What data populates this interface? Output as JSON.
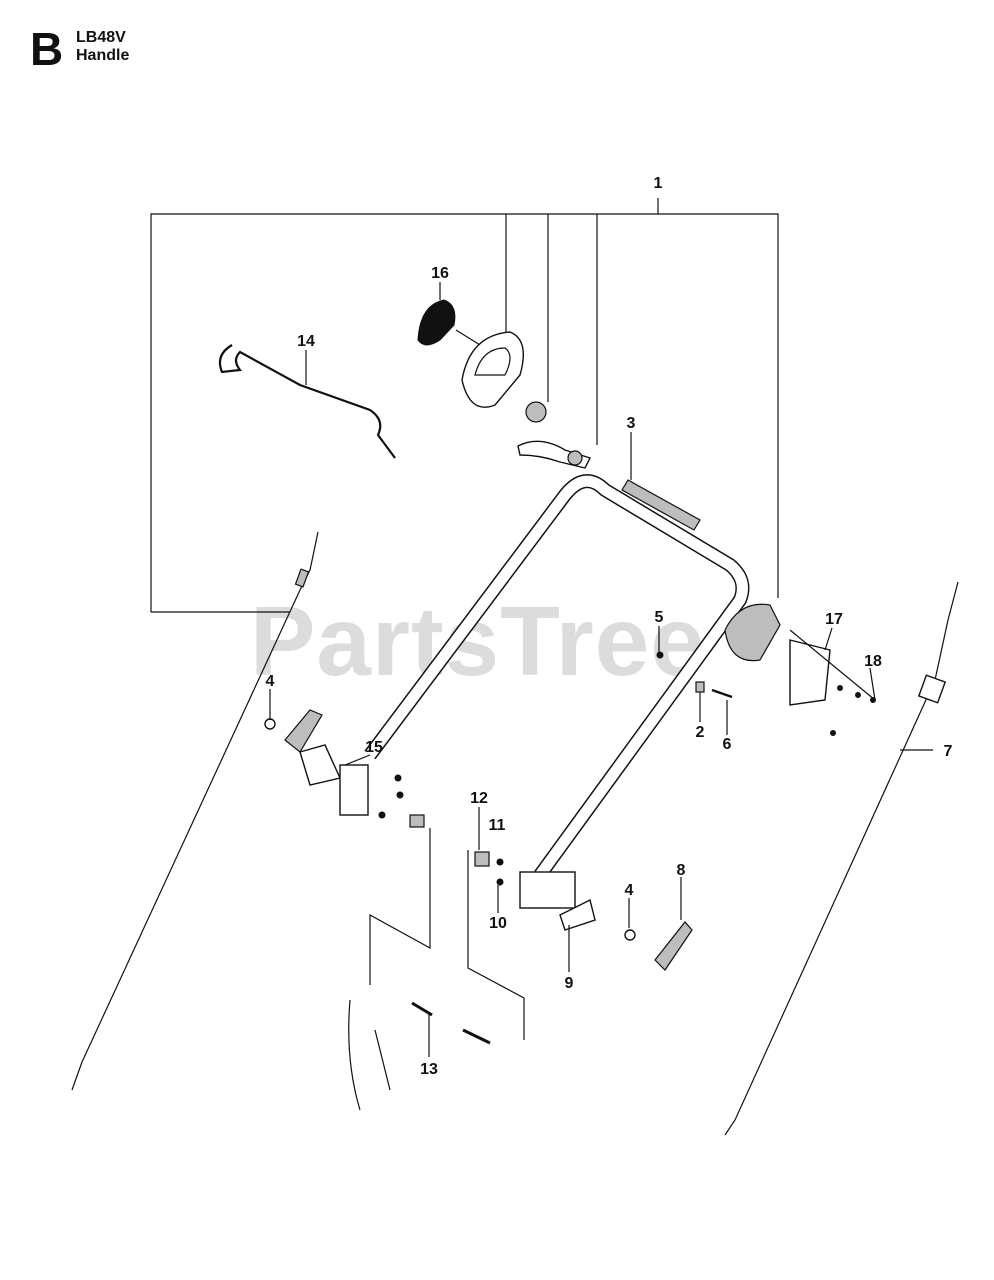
{
  "header": {
    "letter": "B",
    "model": "LB48V",
    "name": "Handle"
  },
  "watermark": "PartsTree",
  "callouts": [
    "1",
    "16",
    "14",
    "3",
    "5",
    "17",
    "18",
    "4",
    "15",
    "2",
    "6",
    "7",
    "12",
    "11",
    "8",
    "10",
    "4",
    "9",
    "13"
  ]
}
